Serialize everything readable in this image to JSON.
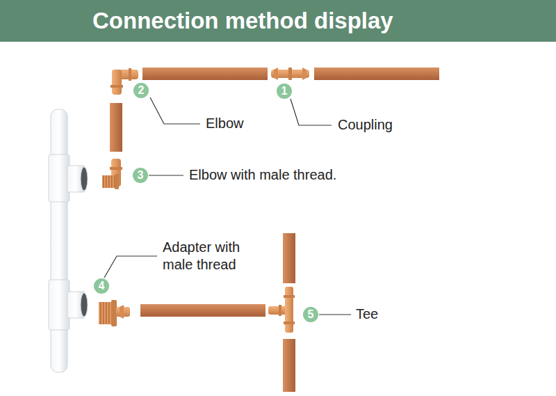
{
  "diagram": {
    "title": "Connection method display",
    "nodes": [
      {
        "text": [
          "2"
        ]
      },
      {
        "text": [
          "1"
        ]
      },
      {
        "text": [
          "3"
        ]
      },
      {
        "text": [
          "4"
        ]
      },
      {
        "text": [
          "5"
        ]
      }
    ],
    "labels": [
      "Elbow",
      "Coupling",
      "Elbow with male thread.",
      "Adapter with male thread",
      "Tee"
    ]
  }
}
